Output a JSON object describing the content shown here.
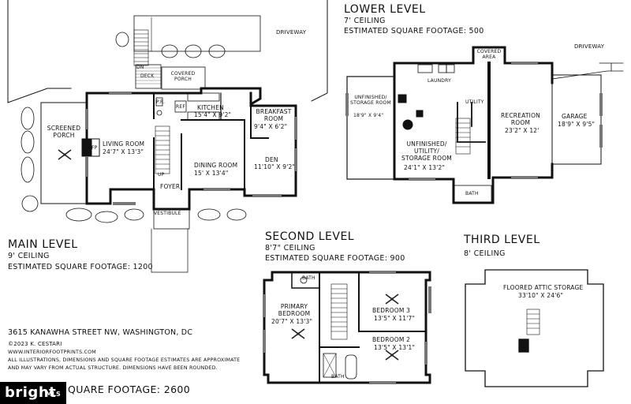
{
  "main_level": {
    "title": "MAIN LEVEL",
    "ceiling": "9' CEILING",
    "sqft": "ESTIMATED SQUARE FOOTAGE: 1200",
    "rooms": {
      "screened_porch": "SCREENED PORCH",
      "living_room": "LIVING ROOM",
      "living_room_dim": "24'7\" X 13'3\"",
      "kitchen": "KITCHEN",
      "kitchen_dim": "15'4\" X 9'2\"",
      "breakfast_room": "BREAKFAST ROOM",
      "breakfast_dim": "9'4\" X 6'2\"",
      "dining_room": "DINING ROOM",
      "dining_dim": "15' X 13'4\"",
      "den": "DEN",
      "den_dim": "11'10\" X 9'2\"",
      "foyer": "FOYER",
      "vestibule": "VESTIBULE",
      "deck": "DECK",
      "covered_porch": "COVERED PORCH",
      "pr": "P.R.",
      "fp": "FP",
      "ref": "REF"
    },
    "driveway": "DRIVEWAY"
  },
  "lower_level": {
    "title": "LOWER LEVEL",
    "ceiling": "7' CEILING",
    "sqft": "ESTIMATED SQUARE FOOTAGE: 500",
    "rooms": {
      "unfinished_storage": "UNFINISHED/ STORAGE ROOM",
      "unfinished_storage_dim": "18'9\" X 9'4\"",
      "laundry": "LAUNDRY",
      "utility": "UTILITY",
      "unfinished_utility": "UNFINISHED/ UTILITY/ STORAGE ROOM",
      "unfinished_utility_dim": "24'1\" X 13'2\"",
      "recreation_room": "RECREATION ROOM",
      "recreation_dim": "23'2\" X 12'",
      "garage": "GARAGE",
      "garage_dim": "18'9\" X 9'5\"",
      "covered_area": "COVERED AREA",
      "bath": "BATH"
    },
    "driveway": "DRIVEWAY"
  },
  "second_level": {
    "title": "SECOND LEVEL",
    "ceiling": "8'7\" CEILING",
    "sqft": "ESTIMATED SQUARE FOOTAGE: 900",
    "rooms": {
      "primary_bedroom": "PRIMARY BEDROOM",
      "primary_dim": "20'7\" X 13'3\"",
      "bedroom3": "BEDROOM 3",
      "bedroom3_dim": "13'5\" X 11'7\"",
      "bedroom2": "BEDROOM 2",
      "bedroom2_dim": "13'5\" X 13'1\"",
      "bath_top": "BATH",
      "bath_bottom": "BATH"
    }
  },
  "third_level": {
    "title": "THIRD LEVEL",
    "ceiling": "8' CEILING",
    "room": "FLOORED ATTIC STORAGE",
    "room_dim": "33'10\" X 24'6\""
  },
  "footer": {
    "address": "3615 KANAWHA STREET NW, WASHINGTON, DC",
    "copyright": "©2023 K. CESTARI",
    "website": "WWW.INTERIORFOOTPRINTS.COM",
    "disclaimer1": "ALL ILLUSTRATIONS, DIMENSIONS AND SQUARE FOOTAGE ESTIMATES ARE APPROXIMATE",
    "disclaimer2": "AND MAY VARY FROM ACTUAL STRUCTURE. DIMENSIONS HAVE BEEN ROUNDED.",
    "total": "QUARE FOOTAGE: 2600"
  },
  "watermark": {
    "brand": "bright",
    "suffix": "MLS"
  },
  "stair_labels": {
    "up": "UP",
    "dn": "DN"
  }
}
